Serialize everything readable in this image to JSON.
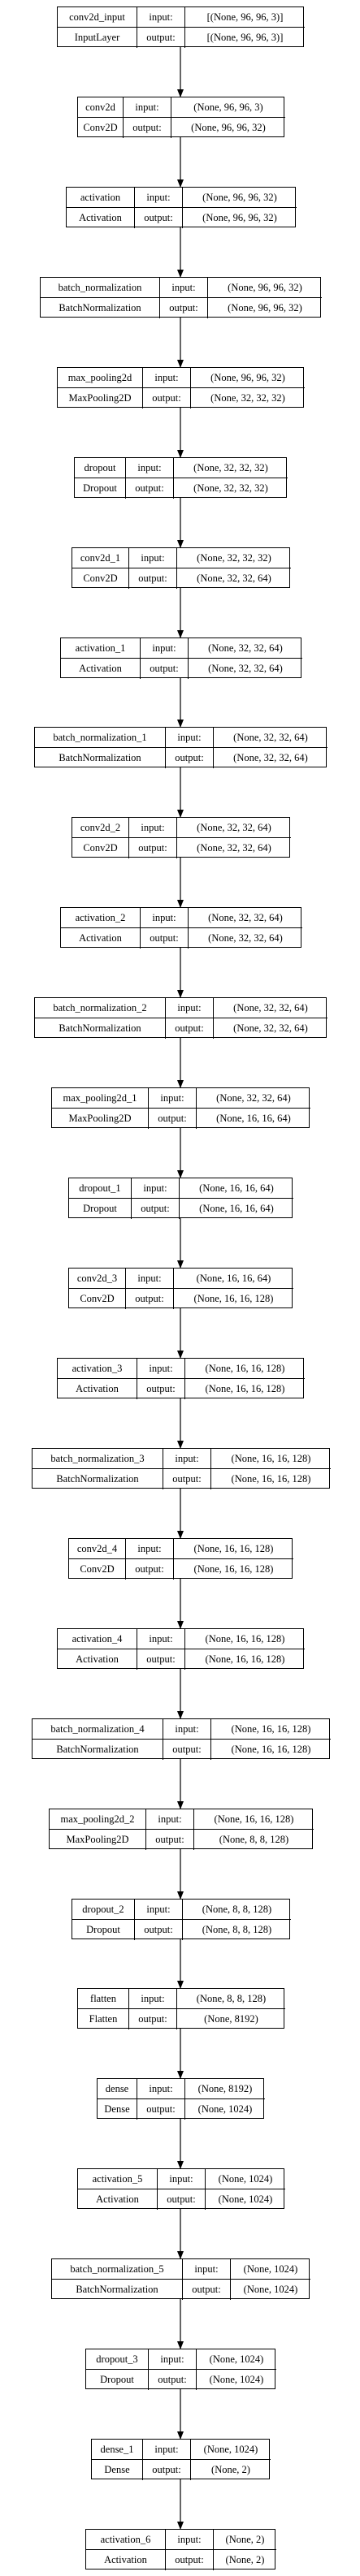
{
  "labels": {
    "input": "input:",
    "output": "output:"
  },
  "layers": [
    {
      "name": "conv2d_input",
      "type": "InputLayer",
      "input": "[(None, 96, 96, 3)]",
      "output": "[(None, 96, 96, 3)]"
    },
    {
      "name": "conv2d",
      "type": "Conv2D",
      "input": "(None, 96, 96, 3)",
      "output": "(None, 96, 96, 32)"
    },
    {
      "name": "activation",
      "type": "Activation",
      "input": "(None, 96, 96, 32)",
      "output": "(None, 96, 96, 32)"
    },
    {
      "name": "batch_normalization",
      "type": "BatchNormalization",
      "input": "(None, 96, 96, 32)",
      "output": "(None, 96, 96, 32)"
    },
    {
      "name": "max_pooling2d",
      "type": "MaxPooling2D",
      "input": "(None, 96, 96, 32)",
      "output": "(None, 32, 32, 32)"
    },
    {
      "name": "dropout",
      "type": "Dropout",
      "input": "(None, 32, 32, 32)",
      "output": "(None, 32, 32, 32)"
    },
    {
      "name": "conv2d_1",
      "type": "Conv2D",
      "input": "(None, 32, 32, 32)",
      "output": "(None, 32, 32, 64)"
    },
    {
      "name": "activation_1",
      "type": "Activation",
      "input": "(None, 32, 32, 64)",
      "output": "(None, 32, 32, 64)"
    },
    {
      "name": "batch_normalization_1",
      "type": "BatchNormalization",
      "input": "(None, 32, 32, 64)",
      "output": "(None, 32, 32, 64)"
    },
    {
      "name": "conv2d_2",
      "type": "Conv2D",
      "input": "(None, 32, 32, 64)",
      "output": "(None, 32, 32, 64)"
    },
    {
      "name": "activation_2",
      "type": "Activation",
      "input": "(None, 32, 32, 64)",
      "output": "(None, 32, 32, 64)"
    },
    {
      "name": "batch_normalization_2",
      "type": "BatchNormalization",
      "input": "(None, 32, 32, 64)",
      "output": "(None, 32, 32, 64)"
    },
    {
      "name": "max_pooling2d_1",
      "type": "MaxPooling2D",
      "input": "(None, 32, 32, 64)",
      "output": "(None, 16, 16, 64)"
    },
    {
      "name": "dropout_1",
      "type": "Dropout",
      "input": "(None, 16, 16, 64)",
      "output": "(None, 16, 16, 64)"
    },
    {
      "name": "conv2d_3",
      "type": "Conv2D",
      "input": "(None, 16, 16, 64)",
      "output": "(None, 16, 16, 128)"
    },
    {
      "name": "activation_3",
      "type": "Activation",
      "input": "(None, 16, 16, 128)",
      "output": "(None, 16, 16, 128)"
    },
    {
      "name": "batch_normalization_3",
      "type": "BatchNormalization",
      "input": "(None, 16, 16, 128)",
      "output": "(None, 16, 16, 128)"
    },
    {
      "name": "conv2d_4",
      "type": "Conv2D",
      "input": "(None, 16, 16, 128)",
      "output": "(None, 16, 16, 128)"
    },
    {
      "name": "activation_4",
      "type": "Activation",
      "input": "(None, 16, 16, 128)",
      "output": "(None, 16, 16, 128)"
    },
    {
      "name": "batch_normalization_4",
      "type": "BatchNormalization",
      "input": "(None, 16, 16, 128)",
      "output": "(None, 16, 16, 128)"
    },
    {
      "name": "max_pooling2d_2",
      "type": "MaxPooling2D",
      "input": "(None, 16, 16, 128)",
      "output": "(None, 8, 8, 128)"
    },
    {
      "name": "dropout_2",
      "type": "Dropout",
      "input": "(None, 8, 8, 128)",
      "output": "(None, 8, 8, 128)"
    },
    {
      "name": "flatten",
      "type": "Flatten",
      "input": "(None, 8, 8, 128)",
      "output": "(None, 8192)"
    },
    {
      "name": "dense",
      "type": "Dense",
      "input": "(None, 8192)",
      "output": "(None, 1024)"
    },
    {
      "name": "activation_5",
      "type": "Activation",
      "input": "(None, 1024)",
      "output": "(None, 1024)"
    },
    {
      "name": "batch_normalization_5",
      "type": "BatchNormalization",
      "input": "(None, 1024)",
      "output": "(None, 1024)"
    },
    {
      "name": "dropout_3",
      "type": "Dropout",
      "input": "(None, 1024)",
      "output": "(None, 1024)"
    },
    {
      "name": "dense_1",
      "type": "Dense",
      "input": "(None, 1024)",
      "output": "(None, 2)"
    },
    {
      "name": "activation_6",
      "type": "Activation",
      "input": "(None, 2)",
      "output": "(None, 2)"
    }
  ]
}
